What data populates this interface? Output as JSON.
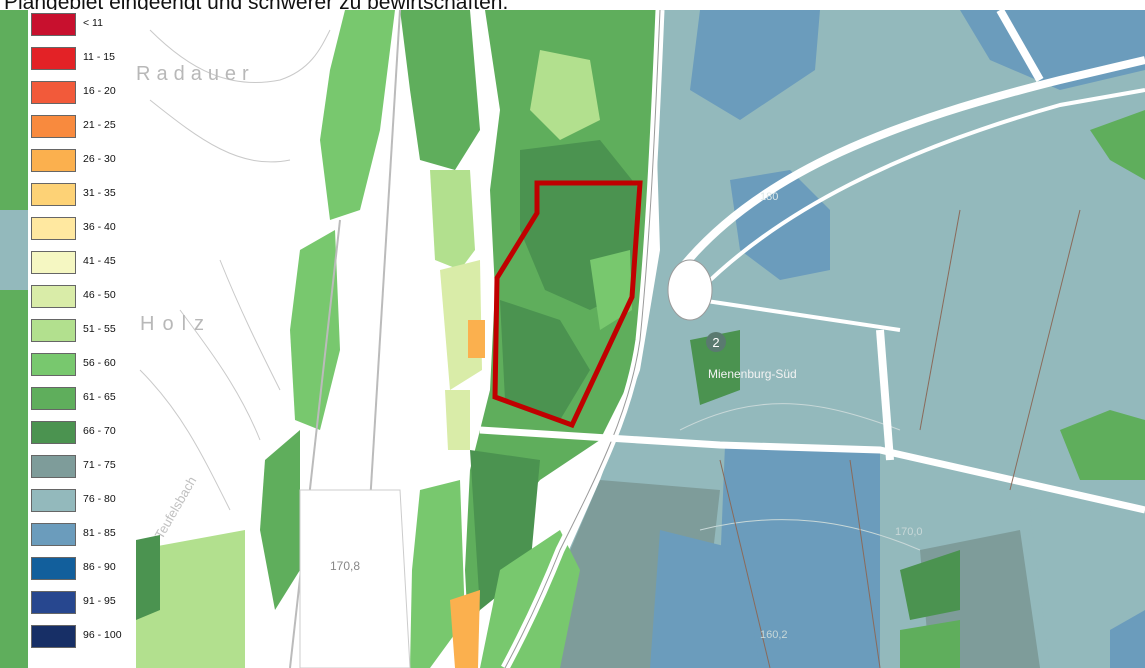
{
  "caption": "Plangebiet eingeengt und schwerer zu bewirtschaften.",
  "legend": [
    {
      "label": "< 11",
      "color": "#c8102e"
    },
    {
      "label": "11 - 15",
      "color": "#e32226"
    },
    {
      "label": "16 - 20",
      "color": "#f25a3a"
    },
    {
      "label": "21 - 25",
      "color": "#f88a3e"
    },
    {
      "label": "26 - 30",
      "color": "#fbb04e"
    },
    {
      "label": "31 - 35",
      "color": "#fdd276"
    },
    {
      "label": "36 - 40",
      "color": "#ffe8a0"
    },
    {
      "label": "41 - 45",
      "color": "#f5f7c2"
    },
    {
      "label": "46 - 50",
      "color": "#d9eca8"
    },
    {
      "label": "51 - 55",
      "color": "#b2e08e"
    },
    {
      "label": "56 - 60",
      "color": "#78c86e"
    },
    {
      "label": "61 - 65",
      "color": "#5fae5c"
    },
    {
      "label": "66 - 70",
      "color": "#4b9350"
    },
    {
      "label": "71 - 75",
      "color": "#7e9c9a"
    },
    {
      "label": "76 - 80",
      "color": "#93b9bc"
    },
    {
      "label": "81 - 85",
      "color": "#6b9cbc"
    },
    {
      "label": "86 - 90",
      "color": "#125f9c"
    },
    {
      "label": "91 - 95",
      "color": "#27478f"
    },
    {
      "label": "96 - 100",
      "color": "#172f66"
    }
  ],
  "map": {
    "place_labels": {
      "radauer": "Radauer",
      "holz": "Holz",
      "teufelsbach": "Teufelsbach",
      "mienenburg_sud": "Mienenburg-Süd",
      "route_number": "2"
    },
    "spot_heights": {
      "h1": "170,8",
      "h2": "170,0",
      "h3": "160,2",
      "h4": "180"
    },
    "outline_color": "#c00000"
  }
}
